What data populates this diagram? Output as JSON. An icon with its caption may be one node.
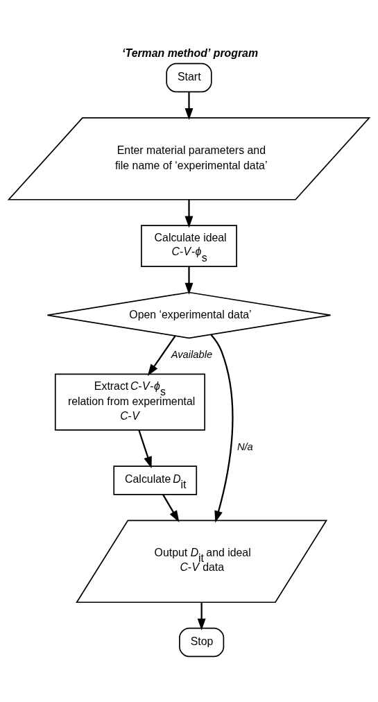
{
  "diagram": {
    "title": "‘Terman method’ program",
    "nodes": [
      {
        "text": [
          "Start"
        ]
      },
      {
        "text": [
          "Enter material parameters and file name of ‘experimental data’"
        ]
      },
      {
        "text": [
          "Calculate ideal *C*-*V*-*ϕ*$_{s}$"
        ]
      },
      {
        "text": [
          "Open ‘experimental data’"
        ]
      },
      {
        "text": [
          "Extract *C*-*V*-*ϕ*$_{s}$ relation from experimental *C*-*V*"
        ]
      },
      {
        "text": [
          "Calculate *D*$_{it}$"
        ]
      },
      {
        "text": [
          "Output *D*$_{it}$ and ideal *C*-*V* data"
        ]
      },
      {
        "text": [
          "Stop"
        ]
      }
    ],
    "edges": [
      {
        "from": 0,
        "to": 1,
        "arrow": "to"
      },
      {
        "from": 1,
        "to": 2,
        "arrow": "to"
      },
      {
        "from": 2,
        "to": 3,
        "arrow": "to"
      },
      {
        "from": 3,
        "to": 4,
        "arrow": "to",
        "label": "Available"
      },
      {
        "from": 3,
        "to": 6,
        "arrow": "to",
        "label": "N/a"
      },
      {
        "from": 4,
        "to": 5,
        "arrow": "to"
      },
      {
        "from": 5,
        "to": 6,
        "arrow": "to"
      },
      {
        "from": 6,
        "to": 7,
        "arrow": "to"
      }
    ]
  }
}
